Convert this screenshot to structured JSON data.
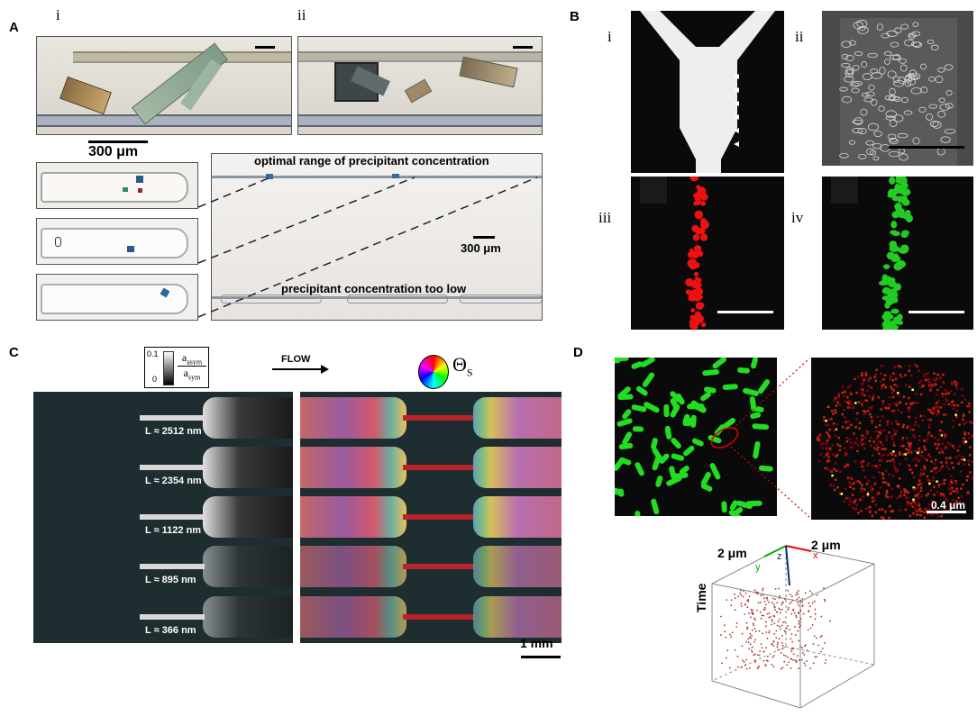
{
  "panel_labels": {
    "a": "A",
    "b": "B",
    "c": "C",
    "d": "D"
  },
  "panel_a": {
    "sub_i": "i",
    "sub_ii": "ii",
    "scale_300_top": "300 μm",
    "optimal_text": "optimal range of precipitant concentration",
    "scale_300_inner": "300 μm",
    "too_low_text": "precipitant concentration too low"
  },
  "panel_b": {
    "sub_i": "i",
    "sub_ii": "ii",
    "sub_iii": "iii",
    "sub_iv": "iv"
  },
  "panel_c": {
    "colorbar_max": "0.1",
    "colorbar_min": "0",
    "ratio_num": "a",
    "ratio_num_sub": "asym",
    "ratio_den": "a",
    "ratio_den_sub": "sym",
    "flow_label": "FLOW",
    "theta_label": "Θ",
    "theta_sub": "S",
    "rows": [
      {
        "label": "L ≈ 2512 nm"
      },
      {
        "label": "L ≈ 2354 nm"
      },
      {
        "label": "L ≈ 1122 nm"
      },
      {
        "label": "L ≈ 895 nm"
      },
      {
        "label": "L ≈ 366 nm"
      }
    ],
    "scale_1mm": "1 mm"
  },
  "panel_d": {
    "scale_04": "0.4 μm",
    "axis_2um_a": "2 μm",
    "axis_2um_b": "2 μm",
    "axis_x": "x",
    "axis_y": "y",
    "axis_z": "z",
    "axis_time": "Time"
  }
}
